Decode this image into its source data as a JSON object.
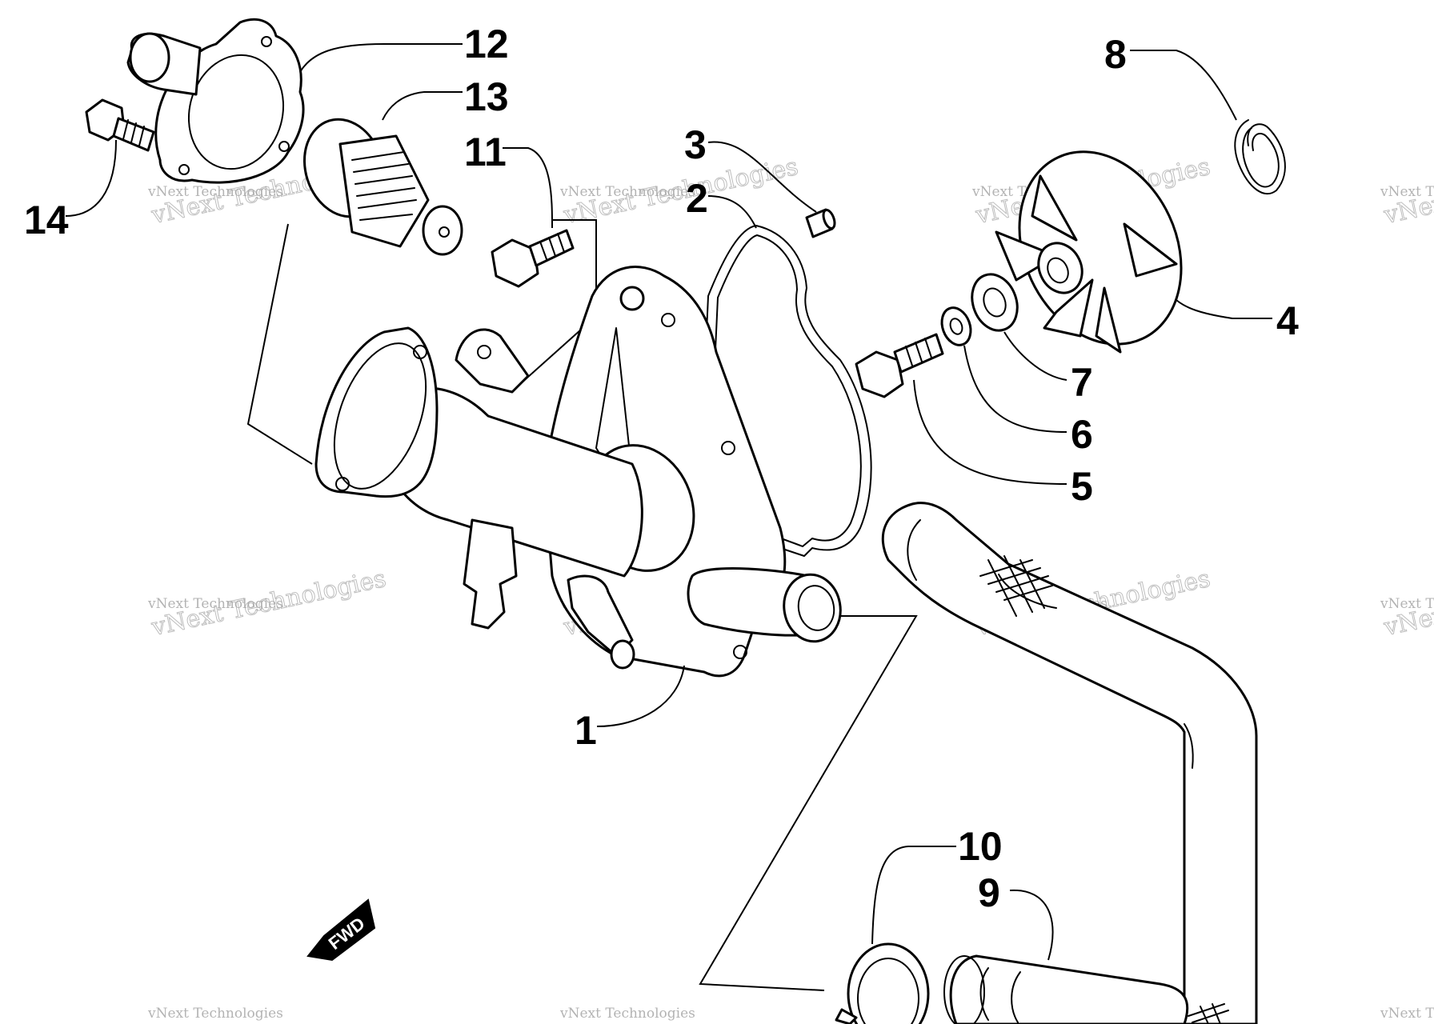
{
  "diagram": {
    "callouts": [
      {
        "id": "1",
        "label": "1"
      },
      {
        "id": "2",
        "label": "2"
      },
      {
        "id": "3",
        "label": "3"
      },
      {
        "id": "4",
        "label": "4"
      },
      {
        "id": "5",
        "label": "5"
      },
      {
        "id": "6",
        "label": "6"
      },
      {
        "id": "7",
        "label": "7"
      },
      {
        "id": "8",
        "label": "8"
      },
      {
        "id": "9",
        "label": "9"
      },
      {
        "id": "10",
        "label": "10"
      },
      {
        "id": "11",
        "label": "11"
      },
      {
        "id": "12",
        "label": "12"
      },
      {
        "id": "13",
        "label": "13"
      },
      {
        "id": "14",
        "label": "14"
      }
    ],
    "direction_arrow": "FWD",
    "watermark": {
      "small": "vNext Technologies",
      "big": "vNext Technologies"
    },
    "colors": {
      "line": "#000000",
      "background": "#ffffff",
      "watermark": "#9a9a9a"
    }
  }
}
